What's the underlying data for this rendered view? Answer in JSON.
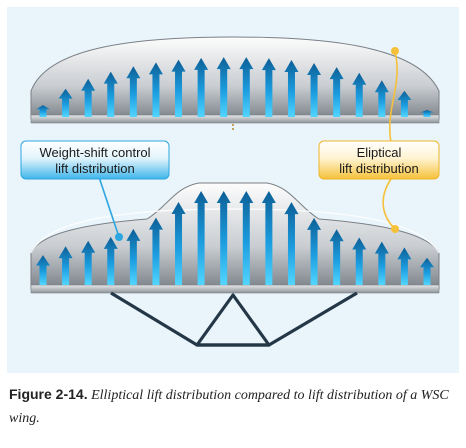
{
  "callouts": {
    "wsc": {
      "line1": "Weight-shift control",
      "line2": "lift distribution"
    },
    "elliptical": {
      "line1": "Eliptical",
      "line2": "lift distribution"
    }
  },
  "caption": {
    "label": "Figure 2-14.",
    "text": "Elliptical lift distribution compared to lift distribution of a WSC wing."
  },
  "colors": {
    "panel_background": "#e9f4fb",
    "arrow_top": "#0d5f96",
    "arrow_bottom": "#52d6ff",
    "wsc_callout": "#3fb6ea",
    "elliptical_callout": "#f5c13a",
    "frame": "#243746"
  },
  "diagram": {
    "top_wing_arrows": 18,
    "bottom_wing_arrows": 18,
    "bottom_wing_peak_values": [
      0.0,
      0.0,
      0.0,
      0.0,
      0.12,
      0.35,
      0.72,
      1.0,
      1.0,
      1.0,
      1.0,
      0.72,
      0.35,
      0.12,
      0.0,
      0.0,
      0.0,
      0.0
    ]
  }
}
